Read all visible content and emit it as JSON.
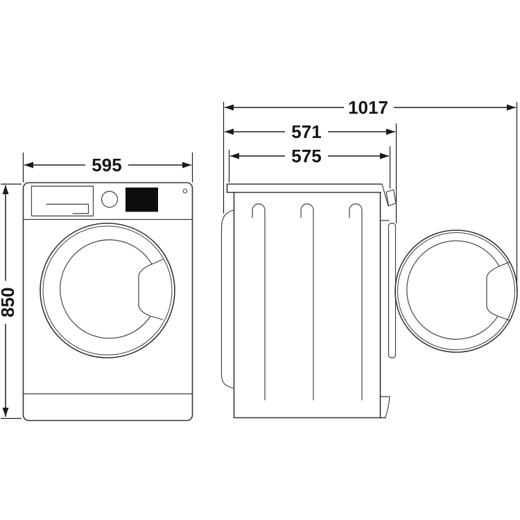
{
  "diagram": {
    "type": "appliance-dimension-drawing",
    "subject": "front-loading washing machine, front view and side view with door open",
    "colors": {
      "background": "#ffffff",
      "line": "#333333",
      "dimension": "#1a1a1a",
      "text": "#141414",
      "display_screen": "#0d0d0d"
    },
    "views": {
      "front": {
        "name": "front view",
        "dimensions": {
          "width": "595",
          "height": "850"
        }
      },
      "side": {
        "name": "side view, door open",
        "dimensions": {
          "depth_door_open": "1017",
          "depth": "571",
          "depth_at_top": "575"
        }
      }
    }
  }
}
